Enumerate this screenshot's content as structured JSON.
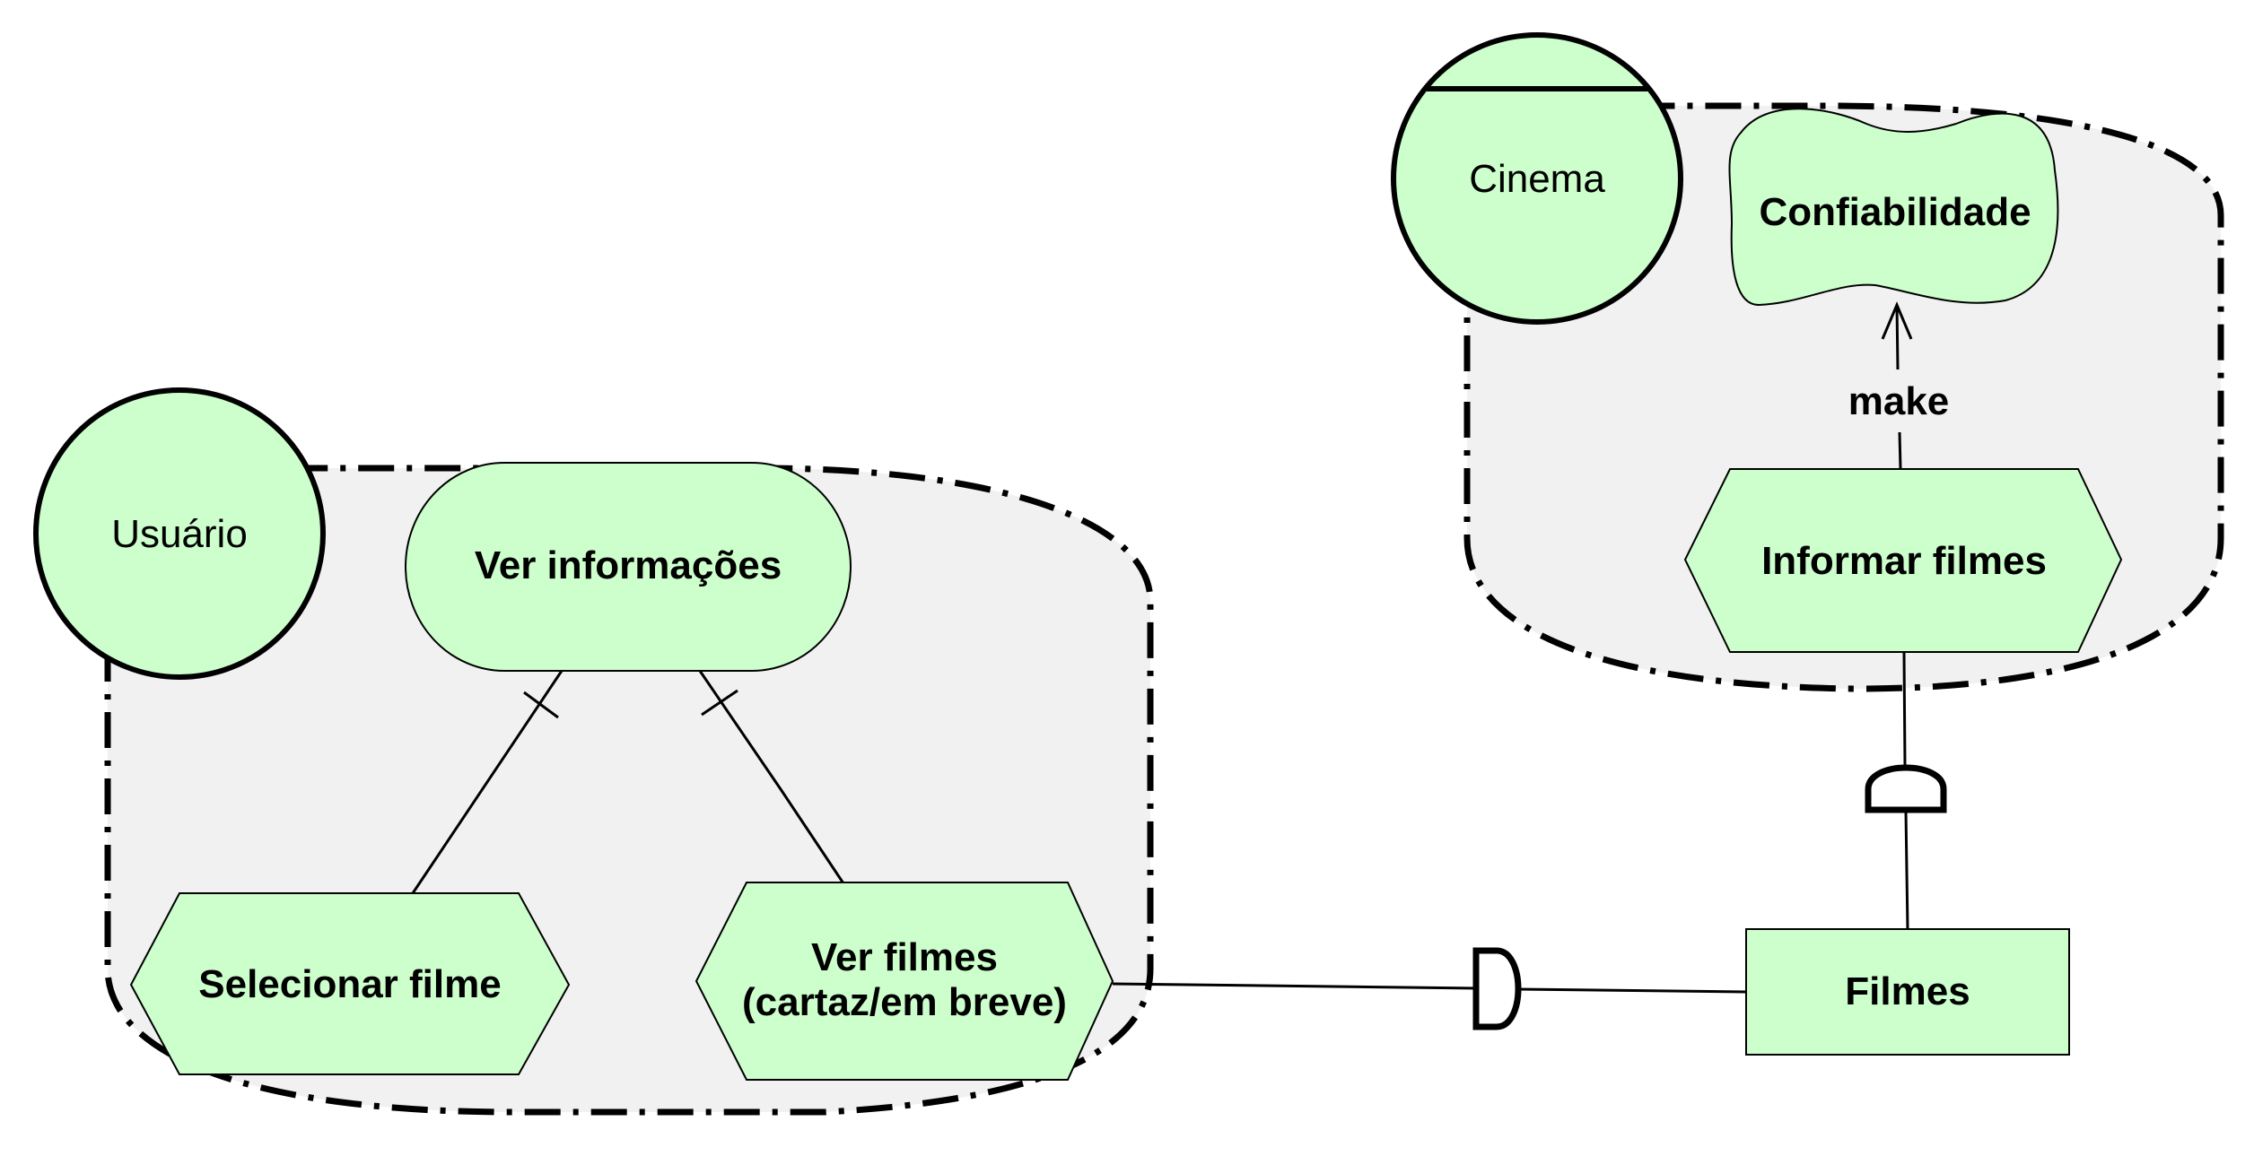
{
  "diagram": {
    "actors": {
      "usuario": "Usuário",
      "cinema": "Cinema"
    },
    "nodes": {
      "ver_informacoes": "Ver informações",
      "selecionar_filme": "Selecionar filme",
      "ver_filmes_line1": "Ver filmes",
      "ver_filmes_line2": "(cartaz/em breve)",
      "informar_filmes": "Informar filmes",
      "confiabilidade": "Confiabilidade",
      "filmes": "Filmes"
    },
    "links": {
      "contribution": "make"
    },
    "colors": {
      "fill": "#ccffcc",
      "boundary": "#f1f1f1",
      "stroke": "#000000"
    }
  }
}
